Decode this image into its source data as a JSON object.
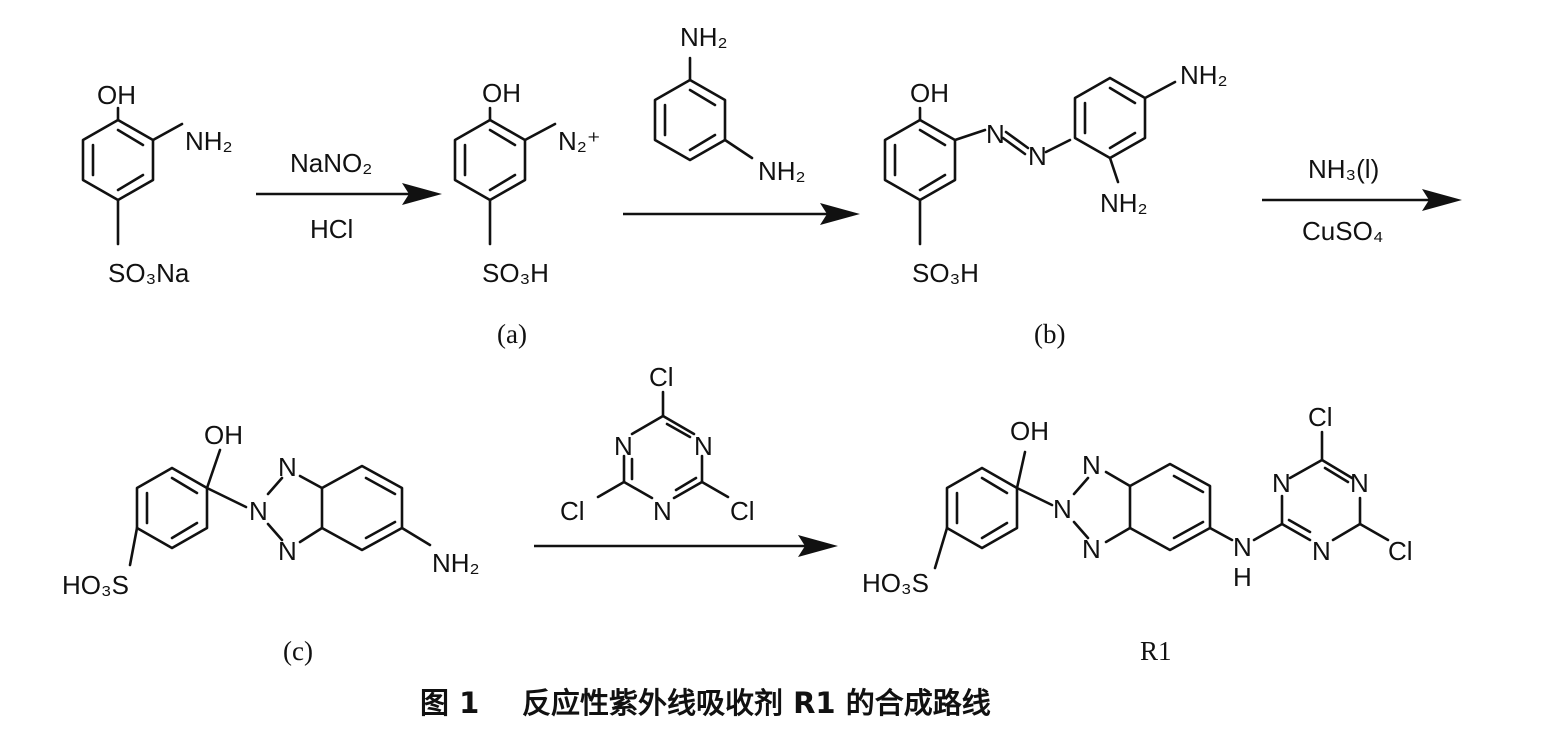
{
  "reagents": {
    "nitrite": "NaNO₂",
    "acid": "HCl",
    "ammonia": "NH₃(l)",
    "copper": "CuSO₄"
  },
  "coupler_atoms": {
    "amine_top": "NH₂",
    "amine_bottom": "NH₂"
  },
  "cyanuric_atoms": {
    "cl_top": "Cl",
    "cl_left": "Cl",
    "cl_right": "Cl",
    "n1": "N",
    "n2": "N",
    "n3": "N"
  },
  "start_atoms": {
    "oh": "OH",
    "nh2": "NH₂",
    "so3": "SO₃Na"
  },
  "a_atoms": {
    "oh": "OH",
    "n2": "N₂⁺",
    "so3": "SO₃H"
  },
  "b_atoms": {
    "oh": "OH",
    "n1": "N",
    "n2": "N",
    "nh2_top": "NH₂",
    "nh2_bottom": "NH₂",
    "so3": "SO₃H"
  },
  "c_atoms": {
    "oh": "OH",
    "n_top": "N",
    "n_mid": "N",
    "n_bot": "N",
    "nh2": "NH₂",
    "so3": "HO₃S"
  },
  "r1_atoms": {
    "oh": "OH",
    "n_top": "N",
    "n_mid": "N",
    "n_bot": "N",
    "nh": "N",
    "h": "H",
    "tn1": "N",
    "tn2": "N",
    "tn3": "N",
    "cl_top": "Cl",
    "cl_right": "Cl",
    "so3": "HO₃S"
  },
  "labels": {
    "a": "(a)",
    "b": "(b)",
    "c": "(c)",
    "r1": "R1"
  },
  "caption": {
    "fig_no": "图 1",
    "title": "反应性紫外线吸收剂 R1 的合成路线"
  }
}
